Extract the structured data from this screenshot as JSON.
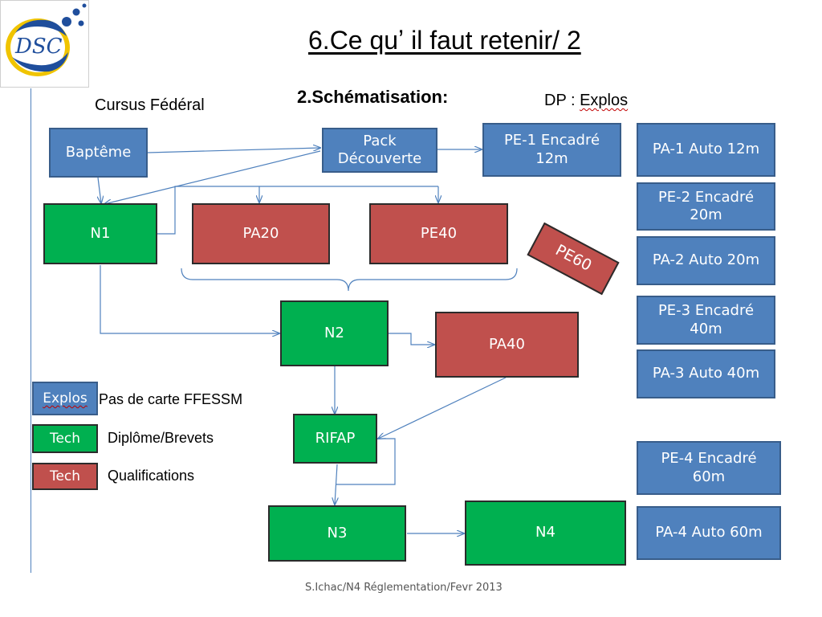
{
  "title": "6.Ce quʼ il faut retenir/ 2",
  "subtitle": "2.Schématisation:",
  "left_header": "Cursus Fédéral",
  "right_header": {
    "prefix": "DP : ",
    "highlight": "Explos"
  },
  "logo_text": "DSC",
  "nodes": {
    "bapteme": "Baptême",
    "pack": "Pack\nDécouverte",
    "pe1": "PE-1 Encadré\n12m",
    "n1": "N1",
    "pa20": "PA20",
    "pe40": "PE40",
    "pe60": "PE60",
    "n2": "N2",
    "pa40": "PA40",
    "rifap": "RIFAP",
    "n3": "N3",
    "n4": "N4"
  },
  "right_column": [
    "PA-1 Auto 12m",
    "PE-2 Encadré\n20m",
    "PA-2 Auto 20m",
    "PE-3 Encadré\n40m",
    "PA-3 Auto 40m",
    "PE-4 Encadré\n60m",
    "PA-4 Auto 60m"
  ],
  "legend": [
    {
      "box": "Explos",
      "text": "Pas de carte FFESSM",
      "color": "#4f81bd"
    },
    {
      "box": "Tech",
      "text": "Diplôme/Brevets",
      "color": "#00b050"
    },
    {
      "box": "Tech",
      "text": "Qualifications",
      "color": "#c0504d"
    }
  ],
  "footer": "S.Ichac/N4 Réglementation/Fevr 2013",
  "colors": {
    "blue": "#4f81bd",
    "green": "#00b050",
    "red": "#c0504d",
    "line": "#4f81bd"
  }
}
